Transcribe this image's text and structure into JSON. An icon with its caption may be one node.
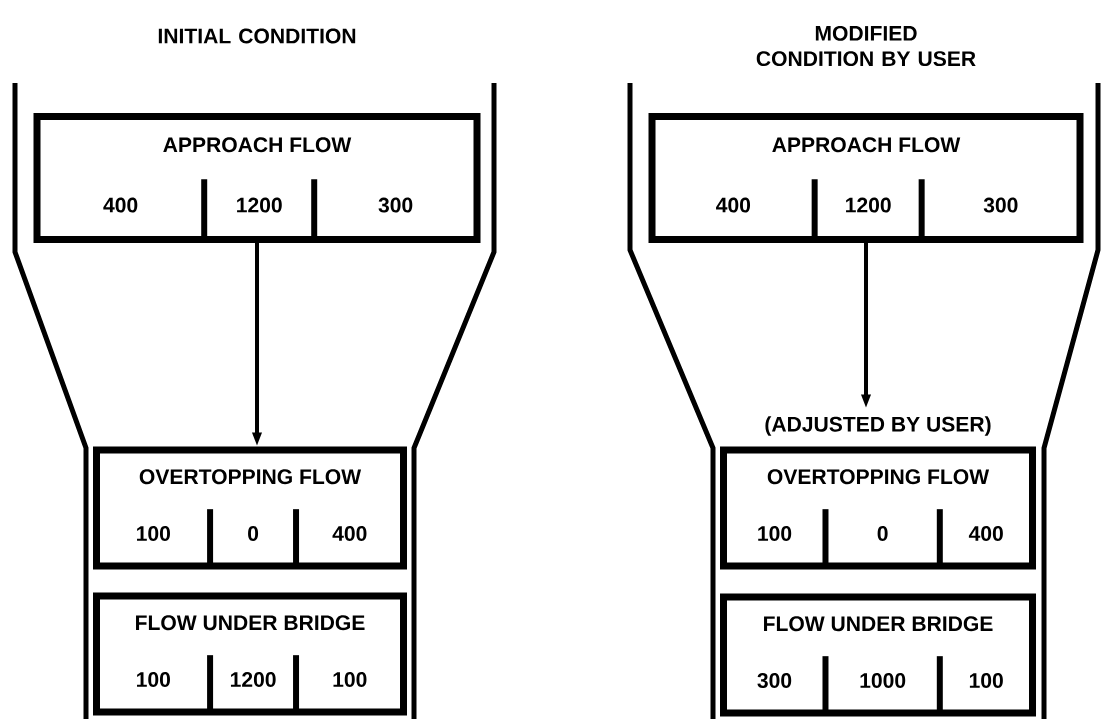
{
  "diagram": {
    "nodes": [
      {
        "text": [
          "APPROACH FLOW",
          "400",
          "1200",
          "300"
        ]
      },
      {
        "text": [
          "OVERTOPPING FLOW",
          "100",
          "0",
          "400"
        ]
      },
      {
        "text": [
          "FLOW UNDER BRIDGE",
          "100",
          "1200",
          "100"
        ]
      },
      {
        "text": [
          "APPROACH FLOW",
          "400",
          "1200",
          "300"
        ]
      },
      {
        "text": [
          "(ADJUSTED BY USER)",
          "OVERTOPPING FLOW",
          "100",
          "0",
          "400"
        ]
      },
      {
        "text": [
          "FLOW UNDER BRIDGE",
          "300",
          "1000",
          "100"
        ]
      }
    ],
    "edges": [
      {
        "from": 0,
        "to": 1,
        "arrow": "to"
      },
      {
        "from": 3,
        "to": 4,
        "arrow": "to"
      }
    ],
    "labels": [
      "INITIAL CONDITION",
      "MODIFIED CONDITION BY USER"
    ]
  }
}
